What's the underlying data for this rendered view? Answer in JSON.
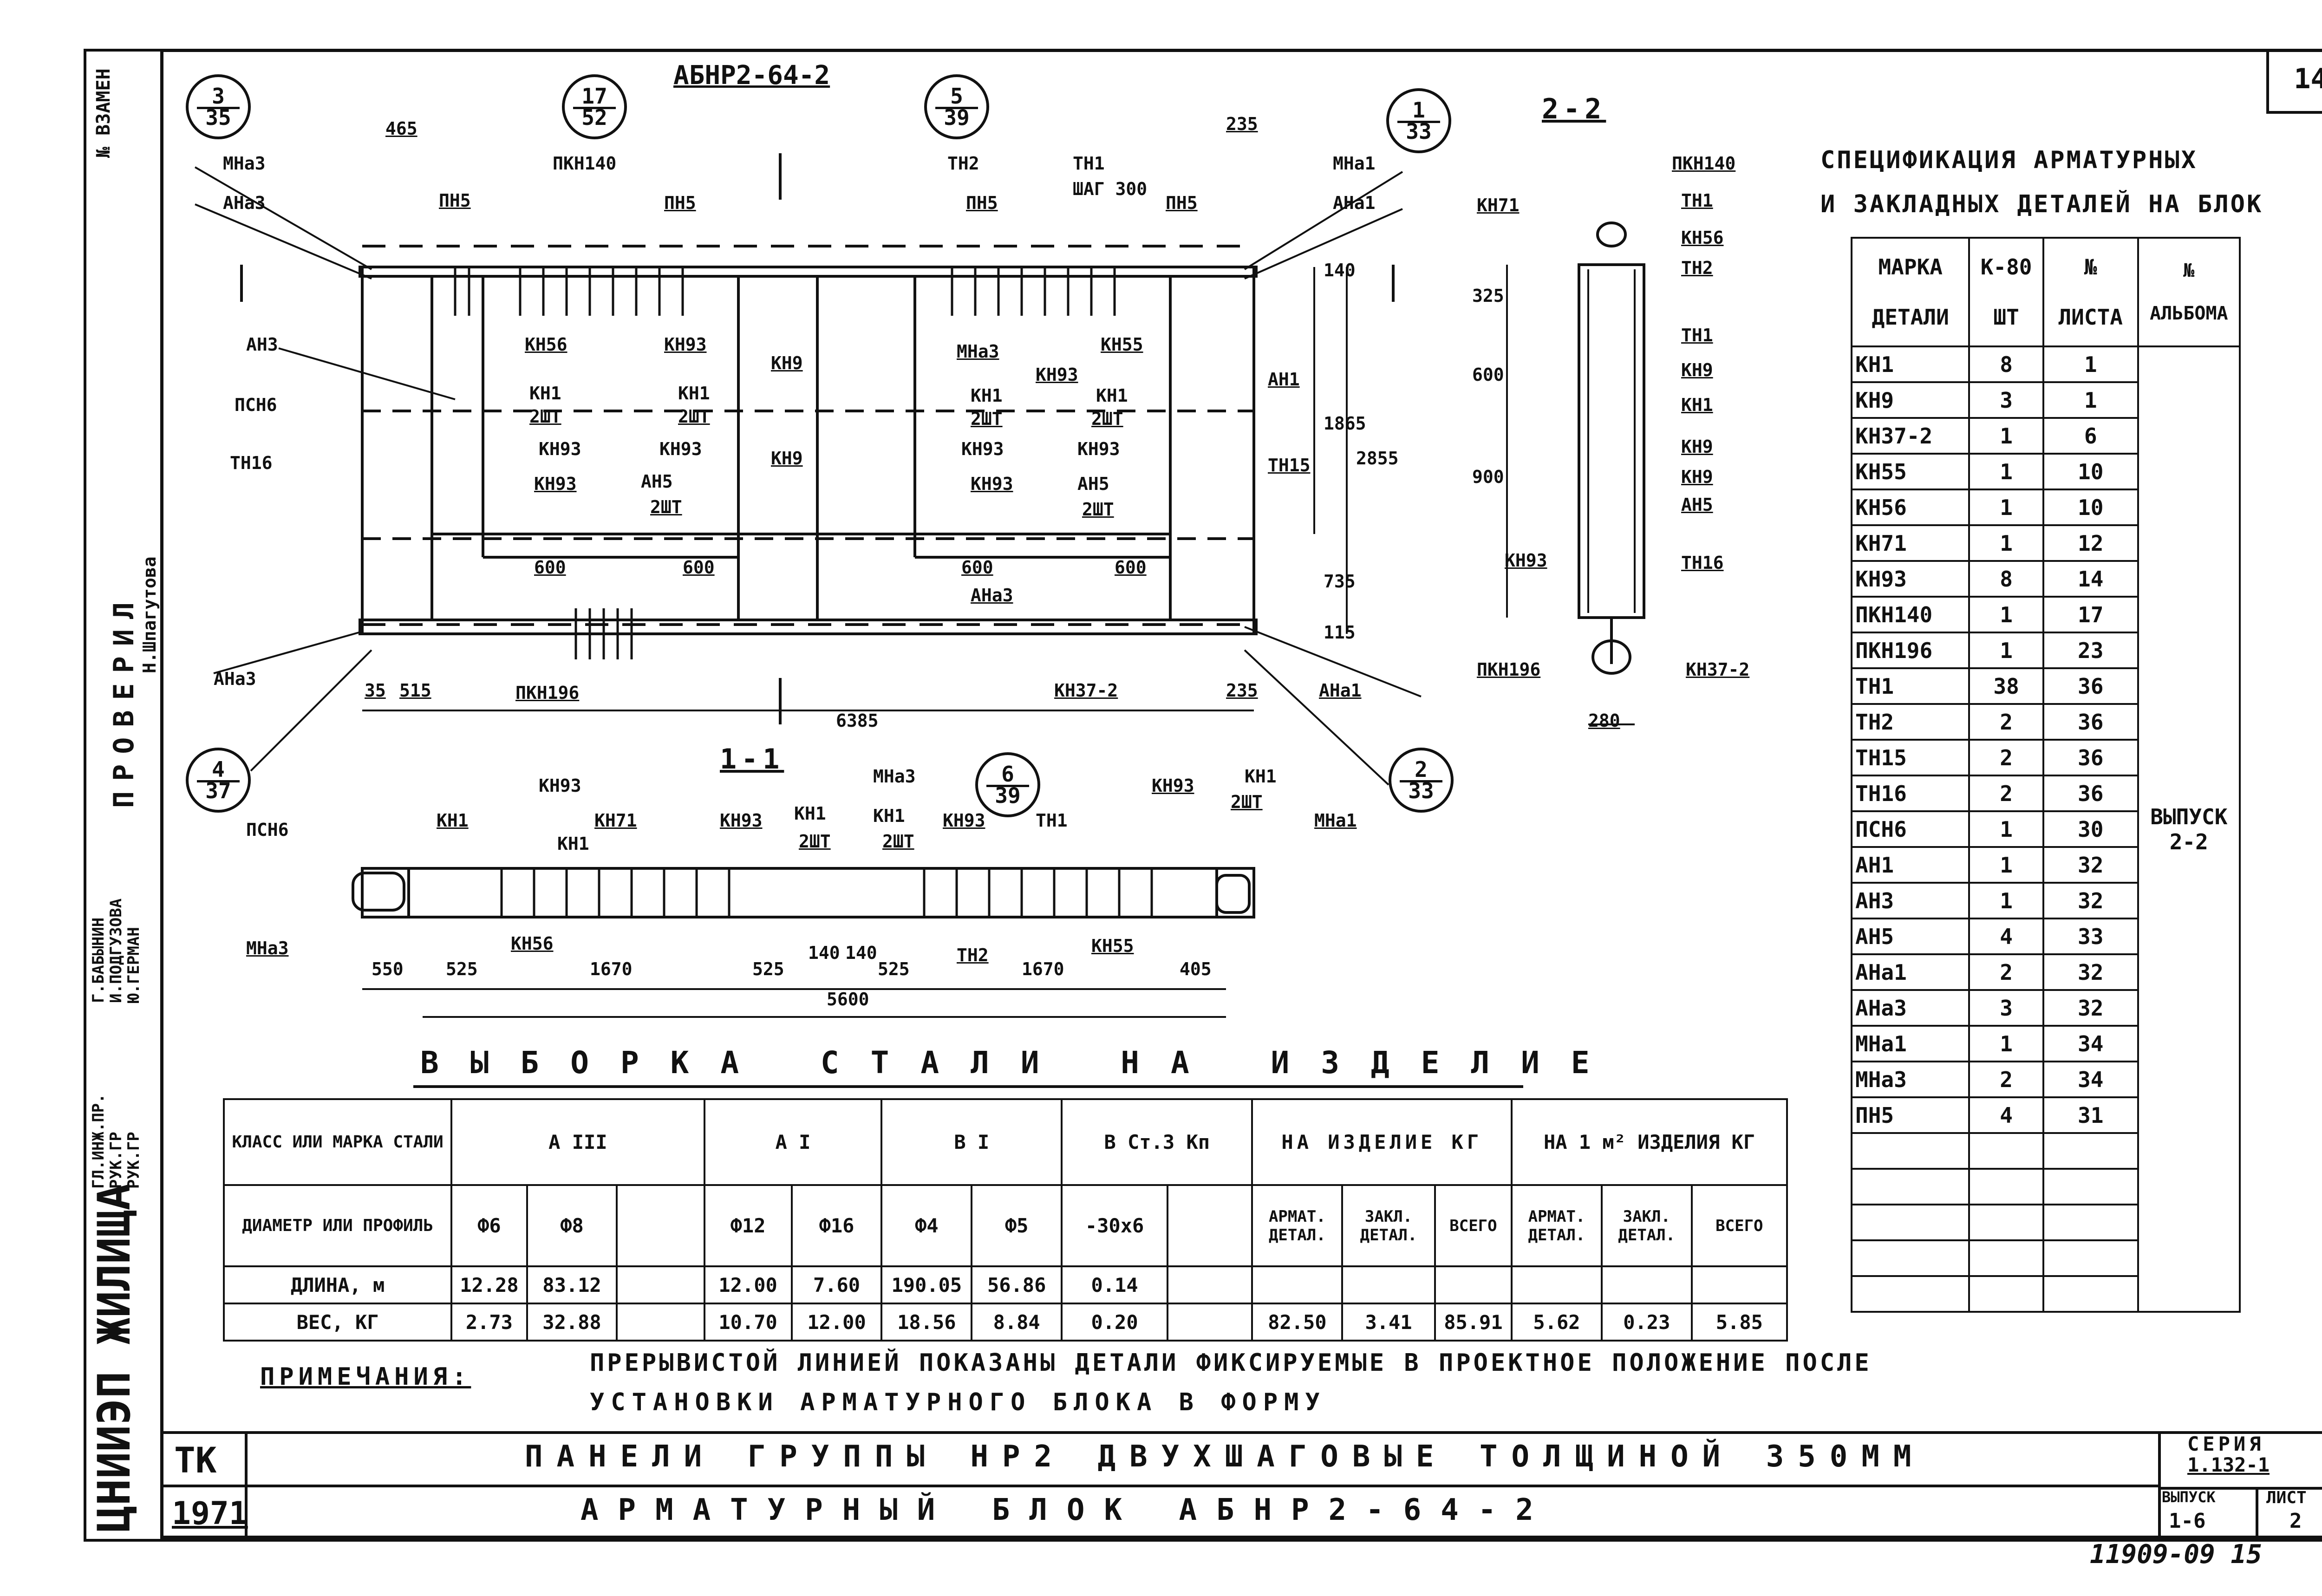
{
  "sheet_number": "14",
  "page_number_handwritten": "11909-09   15",
  "side_stamp": {
    "vzamen": "№ ВЗАМЕН",
    "proveril": "ПРОВЕРИЛ",
    "rows": [
      "РУК.ГР",
      "РУК.ГР",
      "ГЛ.ИНЖ.ПР."
    ],
    "names": [
      "Г.БАБЫНИН",
      "И.ПОДГУЗОВА",
      "Ю.ГЕРМАН"
    ],
    "checker": "Н.Шпагутова",
    "org": "ЦНИИЭП ЖИЛИЩА"
  },
  "views": {
    "main_title": "АБНР2-64-2",
    "section_22": "2-2",
    "section_11": "1-1",
    "bubbles": [
      {
        "top": "3",
        "bottom": "35"
      },
      {
        "top": "17",
        "bottom": "52"
      },
      {
        "top": "5",
        "bottom": "39"
      },
      {
        "top": "1",
        "bottom": "33"
      },
      {
        "top": "4",
        "bottom": "37"
      },
      {
        "top": "6",
        "bottom": "39"
      },
      {
        "top": "2",
        "bottom": "33"
      }
    ],
    "labels_main": [
      "МНа3",
      "АНа3",
      "ПН5",
      "ПКН140",
      "ПН5",
      "ТН2",
      "ПН5",
      "ТН1",
      "ШАГ 300",
      "ПН5",
      "МНа1",
      "АНа1",
      "АН3",
      "ПСН6",
      "ТН16",
      "КН56",
      "КН93",
      "КН9",
      "МНа3",
      "КН55",
      "КН93",
      "КН1",
      "2ШТ",
      "КН1",
      "2ШТ",
      "КН93",
      "КН93",
      "КН9",
      "КН1",
      "2ШТ",
      "КН1",
      "2ШТ",
      "АН1",
      "КН93",
      "КН93",
      "АН5",
      "2ШТ",
      "КН93",
      "КН93",
      "АН5",
      "2ШТ",
      "ТН15",
      "АНа3",
      "АНа3",
      "ПКН196",
      "КН37-2",
      "АНа1"
    ],
    "dims_main": [
      "465",
      "235",
      "140",
      "1865",
      "2855",
      "735",
      "115",
      "600",
      "600",
      "600",
      "600",
      "35",
      "515",
      "235",
      "6385"
    ],
    "labels_22": [
      "ПКН140",
      "КН71",
      "ТН1",
      "КН56",
      "ТН2",
      "ТН1",
      "КН9",
      "КН1",
      "КН9",
      "КН9",
      "АН5",
      "КН93",
      "ТН16",
      "ПКН196",
      "КН37-2"
    ],
    "dims_22": [
      "325",
      "600",
      "900",
      "280"
    ],
    "labels_11": [
      "КН1",
      "КН93",
      "КН71",
      "КН1",
      "КН93",
      "КН1",
      "2ШТ",
      "МНа3",
      "КН1",
      "2ШТ",
      "КН93",
      "ТН1",
      "КН93",
      "КН1",
      "2ШТ",
      "МНа1",
      "ПСН6",
      "МНа3",
      "КН56",
      "ТН2",
      "КН55"
    ],
    "dims_11": [
      "550",
      "525",
      "1670",
      "525",
      "140",
      "140",
      "525",
      "1670",
      "405",
      "5600"
    ]
  },
  "spec": {
    "title_line1": "СПЕЦИФИКАЦИЯ АРМАТУРНЫХ",
    "title_line2": "И ЗАКЛАДНЫХ ДЕТАЛЕЙ НА БЛОК",
    "headers": [
      [
        "МАРКА",
        "ДЕТАЛИ"
      ],
      [
        "К-80",
        "ШТ"
      ],
      [
        "№",
        "ЛИСТА"
      ],
      [
        "№",
        "АЛЬБОМА"
      ]
    ],
    "album": "ВЫПУСК 2-2",
    "rows": [
      [
        "КН1",
        "8",
        "1"
      ],
      [
        "КН9",
        "3",
        "1"
      ],
      [
        "КН37-2",
        "1",
        "6"
      ],
      [
        "КН55",
        "1",
        "10"
      ],
      [
        "КН56",
        "1",
        "10"
      ],
      [
        "КН71",
        "1",
        "12"
      ],
      [
        "КН93",
        "8",
        "14"
      ],
      [
        "ПКН140",
        "1",
        "17"
      ],
      [
        "ПКН196",
        "1",
        "23"
      ],
      [
        "ТН1",
        "38",
        "36"
      ],
      [
        "ТН2",
        "2",
        "36"
      ],
      [
        "ТН15",
        "2",
        "36"
      ],
      [
        "ТН16",
        "2",
        "36"
      ],
      [
        "ПСН6",
        "1",
        "30"
      ],
      [
        "АН1",
        "1",
        "32"
      ],
      [
        "АН3",
        "1",
        "32"
      ],
      [
        "АН5",
        "4",
        "33"
      ],
      [
        "АНа1",
        "2",
        "32"
      ],
      [
        "АНа3",
        "3",
        "32"
      ],
      [
        "МНа1",
        "1",
        "34"
      ],
      [
        "МНа3",
        "2",
        "34"
      ],
      [
        "ПН5",
        "4",
        "31"
      ]
    ],
    "empty_rows": 5
  },
  "steel": {
    "title": "ВЫБОРКА СТАЛИ НА ИЗДЕЛИЕ",
    "h_class": "КЛАСС ИЛИ МАРКА СТАЛИ",
    "h_diam": "ДИАМЕТР ИЛИ ПРОФИЛЬ",
    "g_a3": "А III",
    "g_a1": "А I",
    "g_v1": "В I",
    "g_vst": "В Ст.3 Кп",
    "g_izd": "НА ИЗДЕЛИЕ КГ",
    "g_m2": "НА 1 м² ИЗДЕЛИЯ КГ",
    "profiles": [
      "Ф6",
      "Ф8",
      "",
      "Ф12",
      "Ф16",
      "Ф4",
      "Ф5",
      "-30x6",
      "",
      "АРМАТ. ДЕТАЛ.",
      "ЗАКЛ. ДЕТАЛ.",
      "ВСЕГО",
      "АРМАТ. ДЕТАЛ.",
      "ЗАКЛ. ДЕТАЛ.",
      "ВСЕГО"
    ],
    "len_label": "ДЛИНА, м",
    "len": [
      "12.28",
      "83.12",
      "",
      "12.00",
      "7.60",
      "190.05",
      "56.86",
      "0.14",
      "",
      "",
      "",
      "",
      "",
      "",
      ""
    ],
    "wt_label": "ВЕС, КГ",
    "wt": [
      "2.73",
      "32.88",
      "",
      "10.70",
      "12.00",
      "18.56",
      "8.84",
      "0.20",
      "",
      "82.50",
      "3.41",
      "85.91",
      "5.62",
      "0.23",
      "5.85"
    ]
  },
  "note": {
    "label": "ПРИМЕЧАНИЯ:",
    "line1": "ПРЕРЫВИСТОЙ ЛИНИЕЙ ПОКАЗАНЫ ДЕТАЛИ ФИКСИРУЕМЫЕ В ПРОЕКТНОЕ ПОЛОЖЕНИЕ ПОСЛЕ",
    "line2": "УСТАНОВКИ АРМАТУРНОГО БЛОКА В ФОРМУ"
  },
  "title_block": {
    "tk": "ТК",
    "year": "1971",
    "line1": "ПАНЕЛИ ГРУППЫ НР2 ДВУХШАГОВЫЕ ТОЛЩИНОЙ 350ММ",
    "line2": "АРМАТУРНЫЙ БЛОК АБНР2-64-2",
    "series_label": "СЕРИЯ",
    "series": "1.132-1",
    "vypusk_label": "ВЫПУСК",
    "vypusk": "1-6",
    "list_label": "ЛИСТ",
    "list": "2"
  }
}
